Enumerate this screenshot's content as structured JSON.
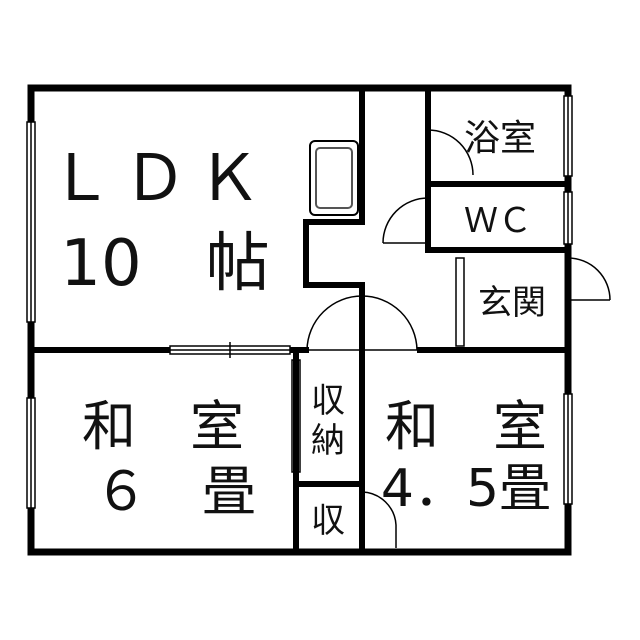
{
  "rooms": {
    "ldk": {
      "line1": "ＬＤＫ",
      "line2": "10　帖"
    },
    "bath": {
      "label": "浴室"
    },
    "wc": {
      "label": "ＷＣ"
    },
    "entrance": {
      "label": "玄関"
    },
    "washitsu6": {
      "line1": "和　室",
      "line2": "６　畳"
    },
    "storage_large": {
      "line1": "収",
      "line2": "納"
    },
    "storage_small": {
      "label": "収"
    },
    "washitsu45": {
      "line1": "和　室",
      "line2": "4．5畳"
    }
  },
  "colors": {
    "wall": "#000000",
    "fixture": "#555555",
    "background": "#ffffff"
  }
}
